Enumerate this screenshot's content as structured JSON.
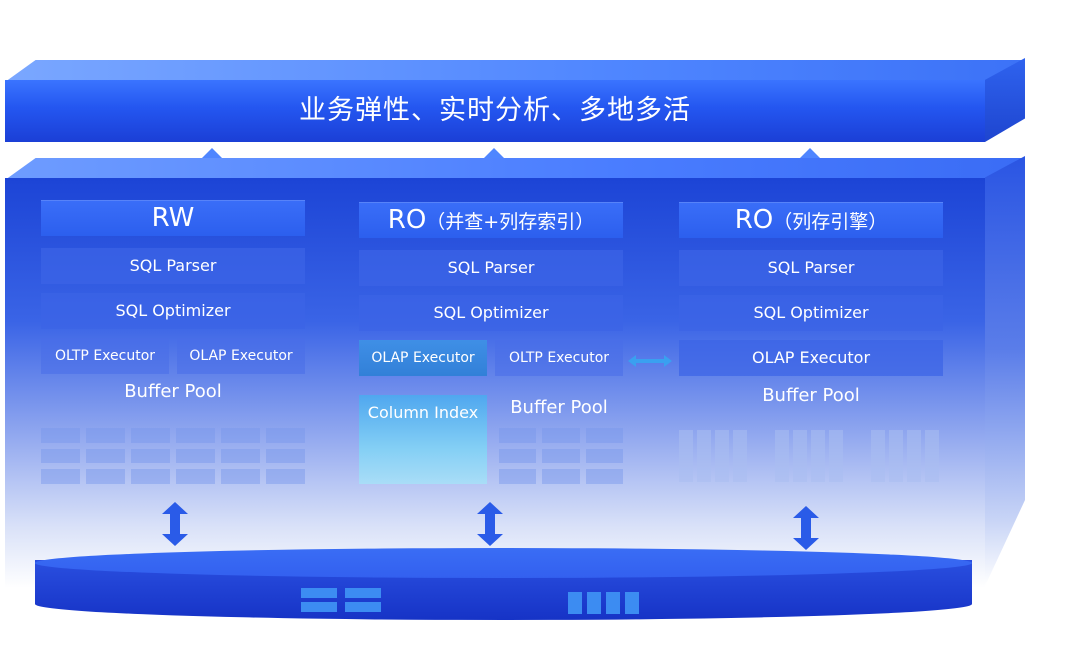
{
  "banner": {
    "title": "业务弹性、实时分析、多地多活"
  },
  "columns": [
    {
      "title": "RW",
      "subtitle": "",
      "parser": "SQL Parser",
      "optimizer": "SQL  Optimizer",
      "exec_left": "OLTP Executor",
      "exec_right": "OLAP Executor",
      "buffer": "Buffer Pool"
    },
    {
      "title": "RO",
      "subtitle": "（并查+列存索引）",
      "parser": "SQL Parser",
      "optimizer": "SQL  Optimizer",
      "exec_left": "OLAP Executor",
      "exec_right": "OLTP Executor",
      "column_index": "Column Index",
      "buffer": "Buffer Pool"
    },
    {
      "title": "RO",
      "subtitle": "（列存引擎）",
      "parser": "SQL Parser",
      "optimizer": "SQL  Optimizer",
      "exec_single": "OLAP Executor",
      "buffer": "Buffer Pool"
    }
  ],
  "colors": {
    "primary": "#2456f0",
    "highlight": "#3f8fe6",
    "link_arrow": "#3aa0f0"
  },
  "icons": {
    "up": "arrow-up-icon",
    "bidirectional_vertical": "double-arrow-vertical-icon",
    "bidirectional_horizontal": "double-arrow-horizontal-icon"
  }
}
